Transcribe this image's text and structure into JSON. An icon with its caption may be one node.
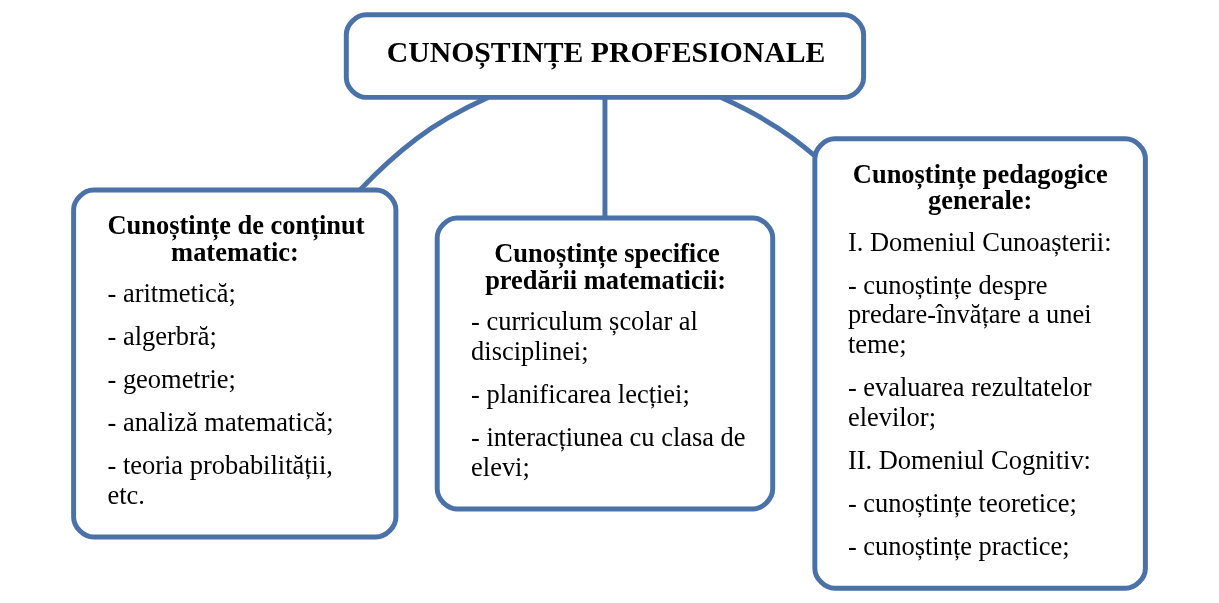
{
  "diagram": {
    "nodes": [
      {
        "text": [
          "CUNOȘTINȚE PROFESIONALE"
        ]
      },
      {
        "text": [
          "Cunoștințe de conținut matematic:",
          "- aritmetică;",
          "- algerbră;",
          "- geometrie;",
          "- analiză matematică;",
          "- teoria probabilității,  etc."
        ]
      },
      {
        "text": [
          "Cunoștințe specifice predării matematicii:",
          "- curriculum școlar al disciplinei;",
          "- planificarea lecției;",
          "- interacțiunea cu clasa de elevi;"
        ]
      },
      {
        "text": [
          "Cunoștințe pedagogice generale:",
          "I. Domeniul Cunoașterii:",
          "- cunoștințe despre predare-învățare a unei teme;",
          "- evaluarea rezultatelor elevilor;",
          "II. Domeniul Cognitiv:",
          "- cunoștințe teoretice;",
          "- cunoștințe practice;"
        ]
      }
    ],
    "edges": [
      {
        "from": 0,
        "to": 1,
        "arrow": "none"
      },
      {
        "from": 0,
        "to": 2,
        "arrow": "none"
      },
      {
        "from": 0,
        "to": 3,
        "arrow": "none"
      }
    ]
  }
}
